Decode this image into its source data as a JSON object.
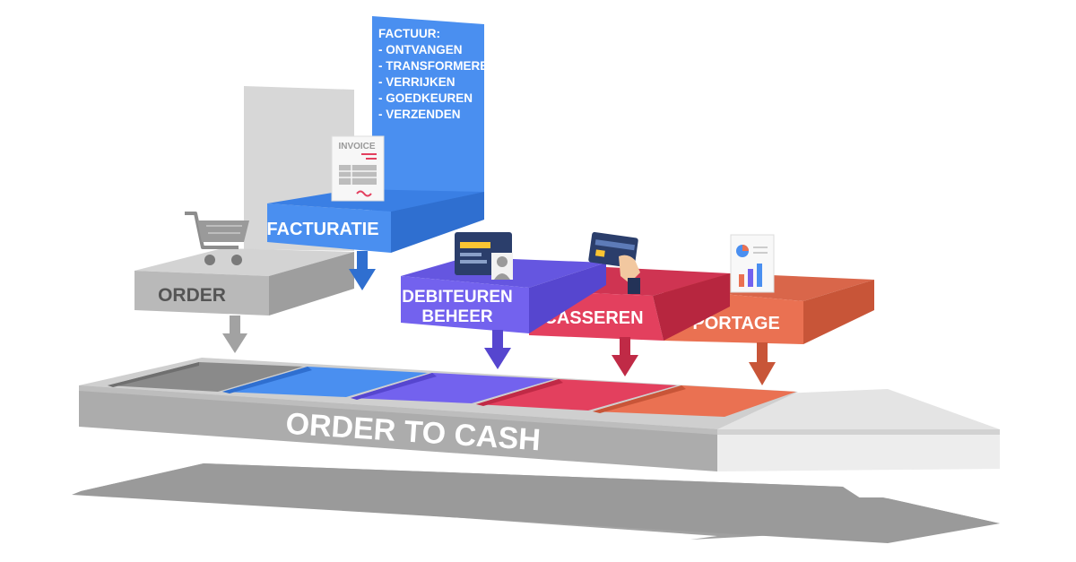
{
  "title": "ORDER TO CASH",
  "stages": {
    "order": "ORDER",
    "facturatie": "FACTURATIE",
    "debiteuren_line1": "DEBITEUREN",
    "debiteuren_line2": "BEHEER",
    "incasseren": "INCASSEREN",
    "rapportage": "RAPPORTAGE"
  },
  "factuur_note": {
    "heading": "FACTUUR:",
    "items": [
      "- ONTVANGEN",
      "- TRANSFORMEREN",
      "- VERRIJKEN",
      "- GOEDKEUREN",
      "- VERZENDEN"
    ]
  },
  "invoice_doc_label": "INVOICE",
  "colors": {
    "gray": "#b5b5b5",
    "blue": "#4a8ff0",
    "purple": "#7362ee",
    "red": "#e3405e",
    "orange": "#ea7152"
  },
  "icons": [
    "shopping-cart-icon",
    "invoice-icon",
    "id-card-icon",
    "credit-card-hand-icon",
    "report-icon"
  ]
}
